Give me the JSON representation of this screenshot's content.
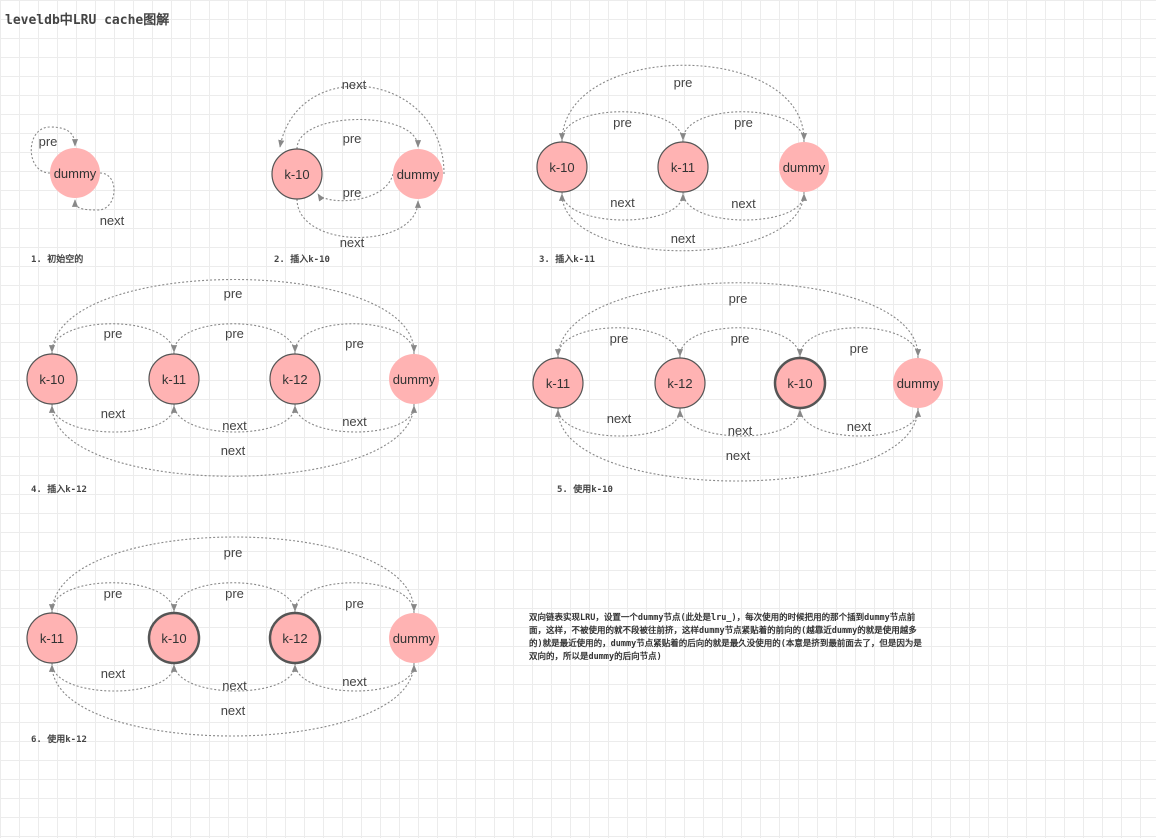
{
  "title": "leveldb中LRU cache图解",
  "colors": {
    "node_fill": "#ffb3b3",
    "node_stroke": "#555555",
    "dummy_fill": "#ffb3b3",
    "arrow": "#888888",
    "label": "#444444"
  },
  "labels": {
    "pre": "pre",
    "next": "next"
  },
  "diagrams": [
    {
      "caption": "1. 初始空的",
      "nodes": [
        {
          "label": "dummy",
          "type": "dummy"
        }
      ]
    },
    {
      "caption": "2. 插入k-10",
      "nodes": [
        {
          "label": "k-10",
          "type": "node"
        },
        {
          "label": "dummy",
          "type": "dummy"
        }
      ]
    },
    {
      "caption": "3. 插入k-11",
      "nodes": [
        {
          "label": "k-10",
          "type": "node"
        },
        {
          "label": "k-11",
          "type": "node"
        },
        {
          "label": "dummy",
          "type": "dummy"
        }
      ]
    },
    {
      "caption": "4. 插入k-12",
      "nodes": [
        {
          "label": "k-10",
          "type": "node"
        },
        {
          "label": "k-11",
          "type": "node"
        },
        {
          "label": "k-12",
          "type": "node"
        },
        {
          "label": "dummy",
          "type": "dummy"
        }
      ]
    },
    {
      "caption": "5. 使用k-10",
      "nodes": [
        {
          "label": "k-11",
          "type": "node"
        },
        {
          "label": "k-12",
          "type": "node"
        },
        {
          "label": "k-10",
          "type": "node",
          "emphasis": true
        },
        {
          "label": "dummy",
          "type": "dummy"
        }
      ]
    },
    {
      "caption": "6. 使用k-12",
      "nodes": [
        {
          "label": "k-11",
          "type": "node"
        },
        {
          "label": "k-10",
          "type": "node",
          "emphasis": true
        },
        {
          "label": "k-12",
          "type": "node",
          "emphasis": true
        },
        {
          "label": "dummy",
          "type": "dummy"
        }
      ]
    }
  ],
  "note": "双向链表实现LRU，设置一个dummy节点(此处是lru_)，每次使用的时候把用的那个插到dummy节点前面，这样，不被使用的就不段被往前挤，这样dummy节点紧贴着的前向的(越靠近dummy的就是使用越多的)就是最近使用的，dummy节点紧贴着的后向的就是最久没使用的(本意是挤到最前面去了，但是因为是双向的，所以是dummy的后向节点)"
}
